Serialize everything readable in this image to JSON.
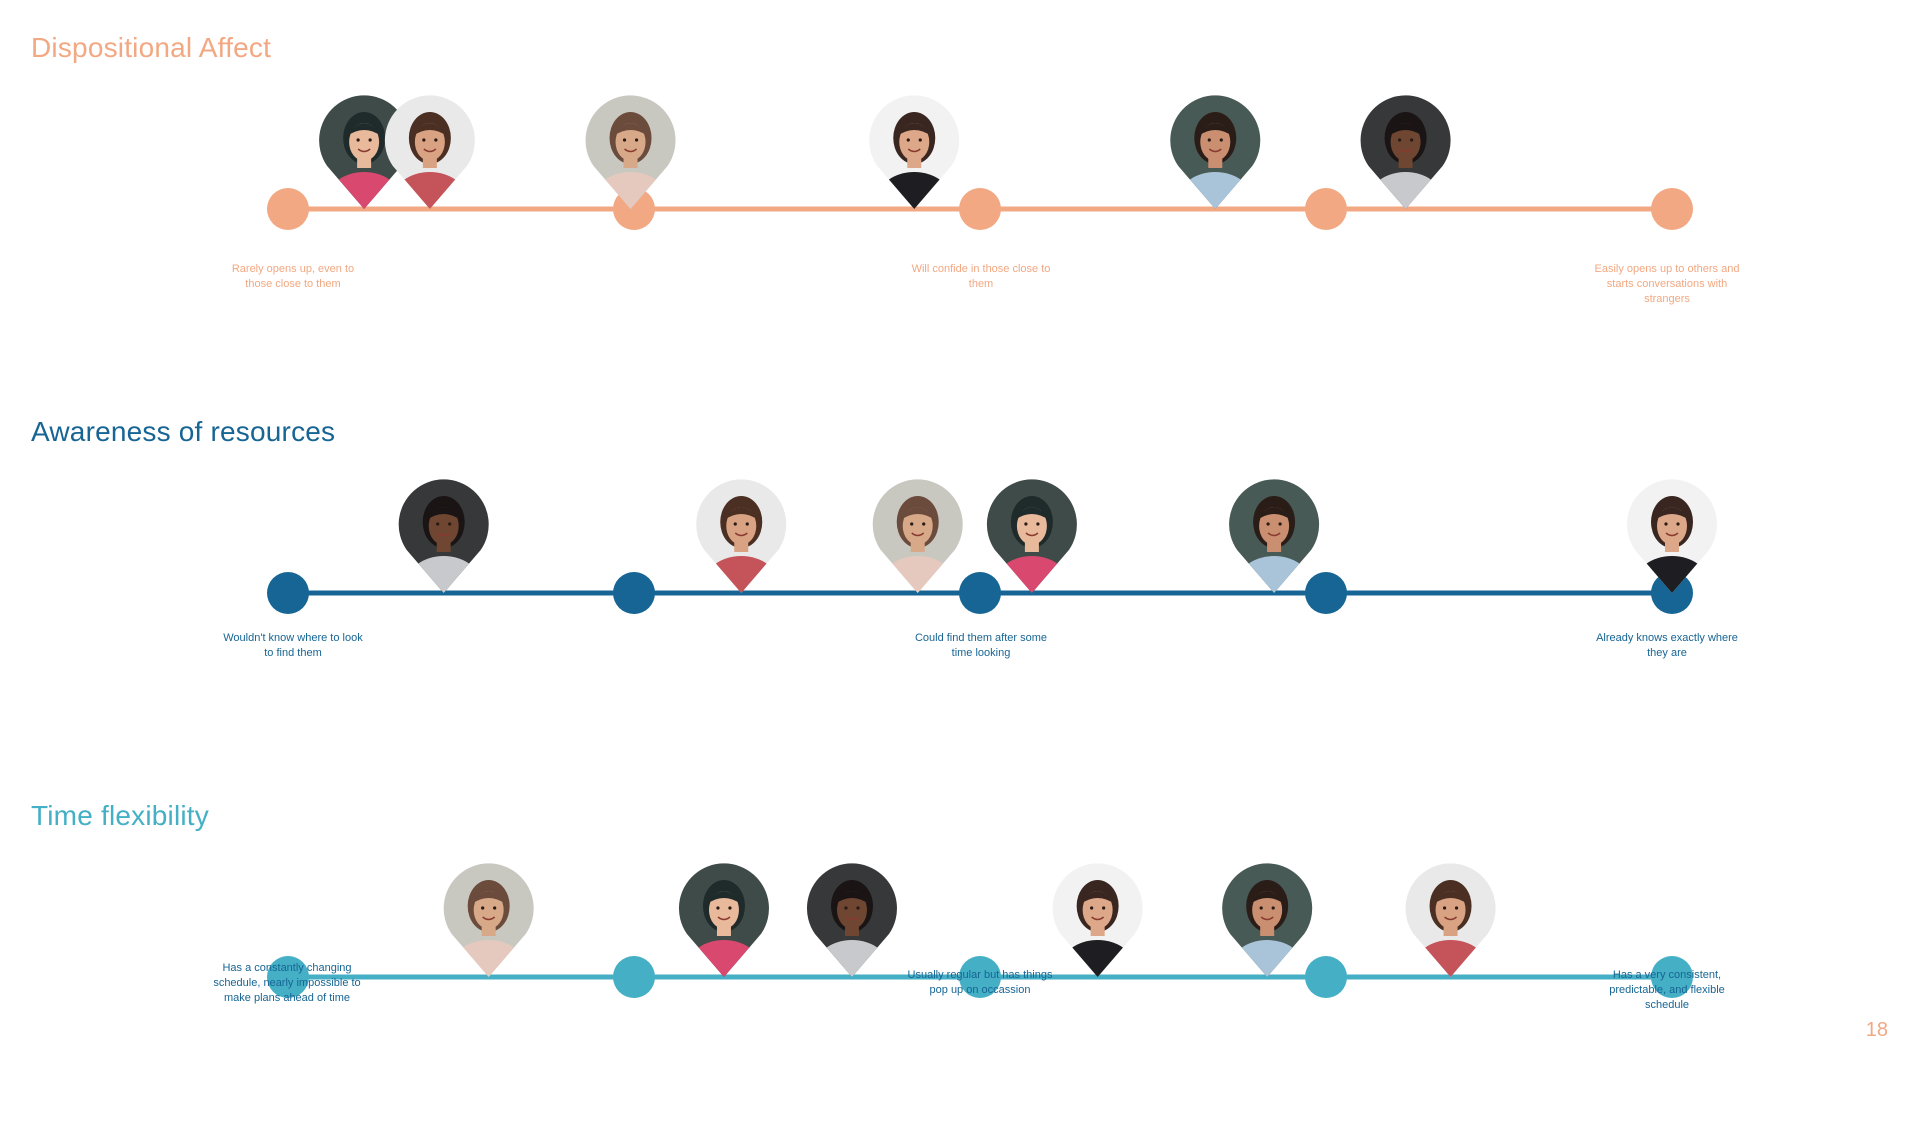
{
  "page_number": "18",
  "scale_points": 5,
  "sections": [
    {
      "title": "Dispositional Affect",
      "color": "#F2A882",
      "label_color": "#F2A882",
      "labels": [
        "Rarely opens up, even to those close to them",
        "Will confide in those close to them",
        "Easily opens up to others and starts conversations with strangers"
      ],
      "people": [
        {
          "name": "woman-glasses-teal-hair",
          "value": 0.22
        },
        {
          "name": "man-beard-plaid",
          "value": 0.41
        },
        {
          "name": "woman-long-hair-necklace",
          "value": 0.99
        },
        {
          "name": "woman-curly-hair",
          "value": 1.81
        },
        {
          "name": "man-short-hair-smiling",
          "value": 2.68
        },
        {
          "name": "woman-braids",
          "value": 3.23
        }
      ]
    },
    {
      "title": "Awareness of resources",
      "color": "#176594",
      "label_color": "#176594",
      "labels": [
        "Wouldn't know where to look to find them",
        "Could find them after some time looking",
        "Already knows exactly where they are"
      ],
      "people": [
        {
          "name": "woman-braids",
          "value": 0.45
        },
        {
          "name": "man-beard-plaid",
          "value": 1.31
        },
        {
          "name": "woman-long-hair-necklace",
          "value": 1.82
        },
        {
          "name": "woman-glasses-teal-hair",
          "value": 2.15
        },
        {
          "name": "man-short-hair-smiling",
          "value": 2.85
        },
        {
          "name": "woman-curly-hair",
          "value": 4.0
        }
      ]
    },
    {
      "title": "Time flexibility",
      "color": "#44AFC5",
      "label_color": "#176594",
      "labels": [
        "Has a constantly changing schedule, nearly impossible to make plans ahead of time",
        "Usually regular but has things pop up on occassion",
        "Has a very consistent, predictable, and flexible schedule"
      ],
      "people": [
        {
          "name": "woman-long-hair-necklace",
          "value": 0.58
        },
        {
          "name": "woman-glasses-teal-hair",
          "value": 1.26
        },
        {
          "name": "woman-braids",
          "value": 1.63
        },
        {
          "name": "woman-curly-hair",
          "value": 2.34
        },
        {
          "name": "man-short-hair-smiling",
          "value": 2.83
        },
        {
          "name": "man-beard-plaid",
          "value": 3.36
        }
      ]
    }
  ],
  "portraits": {
    "woman-glasses-teal-hair": {
      "bg": "#3F4B48",
      "skin": "#E8B99B",
      "hair": "#1F2A2A",
      "shirt": "#D9486F"
    },
    "man-beard-plaid": {
      "bg": "#E9E9EA",
      "skin": "#D9A283",
      "hair": "#4A2F22",
      "shirt": "#C5535A"
    },
    "woman-long-hair-necklace": {
      "bg": "#C9C8C0",
      "skin": "#D7A989",
      "hair": "#6A4B3C",
      "shirt": "#E6C9BE"
    },
    "woman-curly-hair": {
      "bg": "#F2F2F2",
      "skin": "#DDA889",
      "hair": "#3A2620",
      "shirt": "#1E1E22"
    },
    "man-short-hair-smiling": {
      "bg": "#485A56",
      "skin": "#C98F70",
      "hair": "#2A1D18",
      "shirt": "#A9C3D9"
    },
    "woman-braids": {
      "bg": "#36383A",
      "skin": "#6E4632",
      "hair": "#1A1414",
      "shirt": "#C7C9CC"
    }
  }
}
